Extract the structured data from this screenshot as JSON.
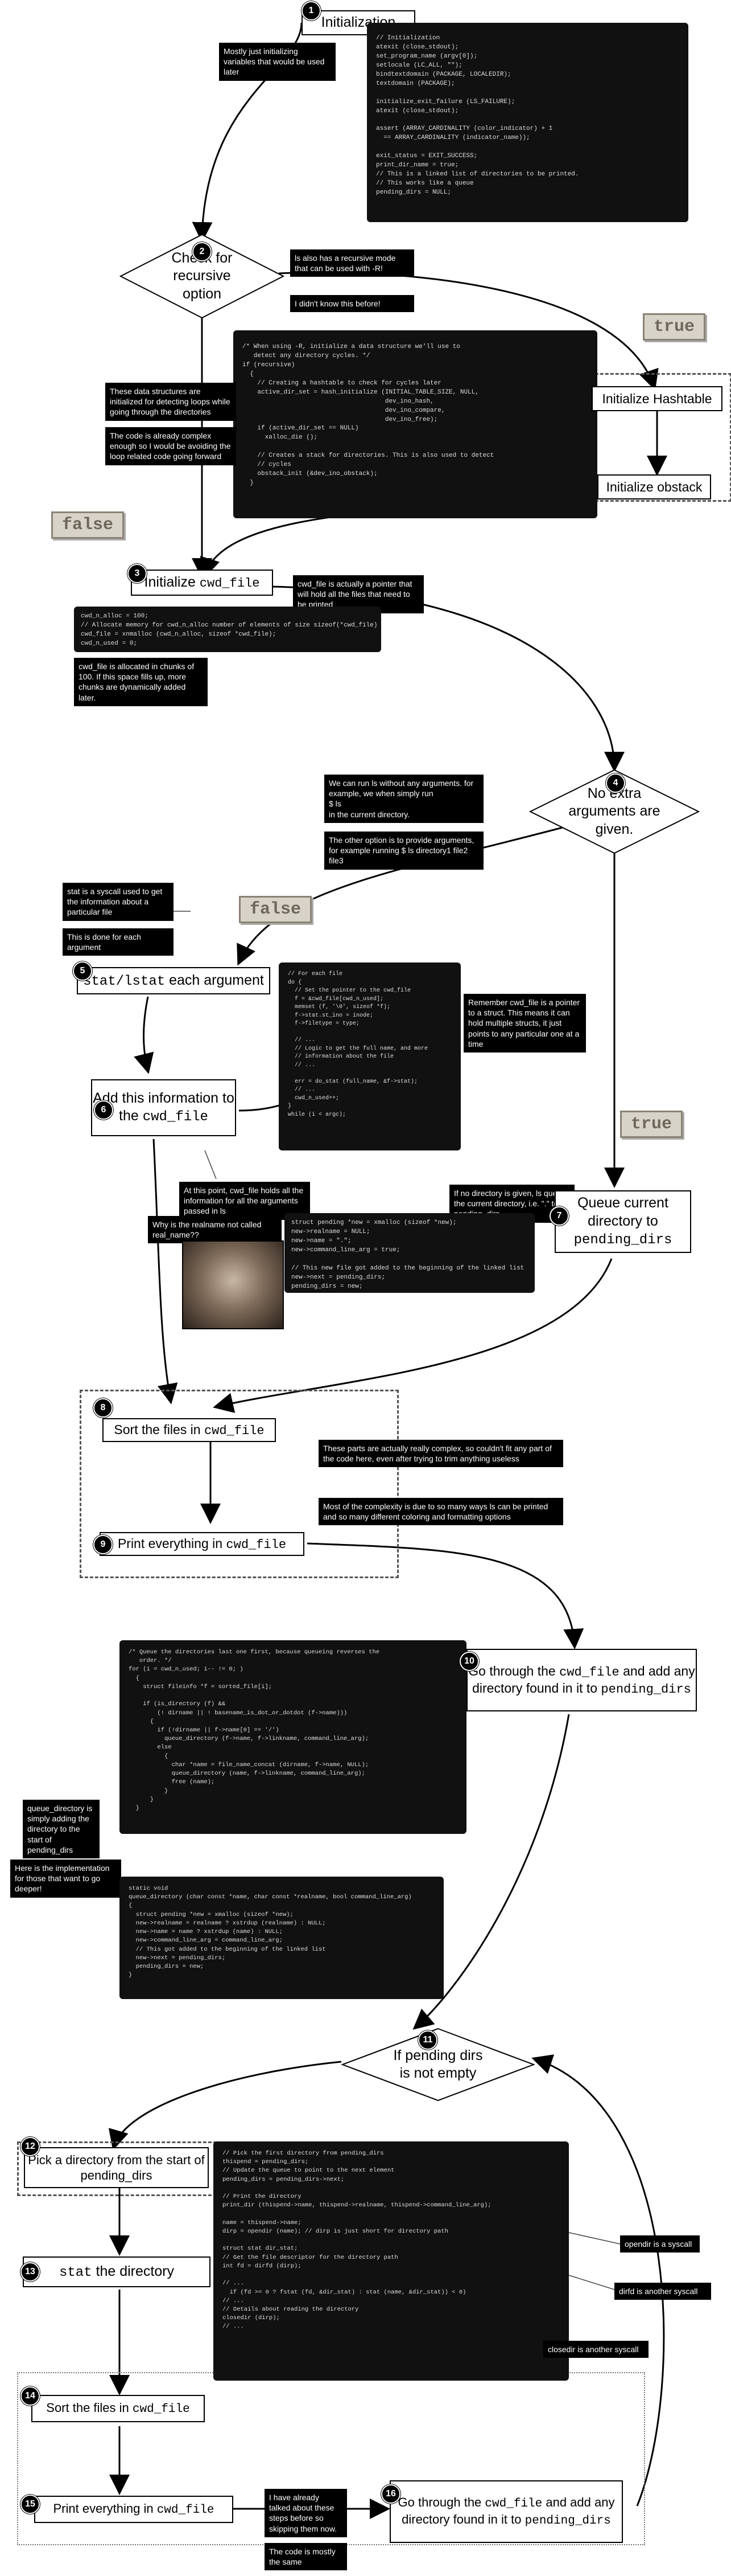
{
  "steps": {
    "s1": {
      "num": "1",
      "text": "Initialization"
    },
    "s2": {
      "num": "2",
      "text": "Check for recursive option"
    },
    "hashtable": "Initialize Hashtable",
    "obstack": "Initialize obstack",
    "s3": {
      "num": "3",
      "pre": "Initialize ",
      "code": "cwd_file"
    },
    "s4": {
      "num": "4",
      "text": "No extra arguments are given."
    },
    "s5": {
      "num": "5",
      "code": "stat/lstat",
      "post": " each argument"
    },
    "s6": {
      "num": "6",
      "pre": "Add this information to the ",
      "code": "cwd_file"
    },
    "s7": {
      "num": "7",
      "pre": "Queue current directory to ",
      "code": "pending_dirs"
    },
    "s8": {
      "num": "8",
      "pre": "Sort the files in ",
      "code": "cwd_file"
    },
    "s9": {
      "num": "9",
      "pre": "Print everything in ",
      "code": "cwd_file"
    },
    "s10": {
      "num": "10",
      "pre": "Go through the ",
      "code": "cwd_file",
      "mid": " and add any directory found in it to ",
      "code2": "pending_dirs"
    },
    "s11": {
      "num": "11",
      "text": "If pending dirs is not empty"
    },
    "s12": {
      "num": "12",
      "text": "Pick a directory from the start of pending_dirs"
    },
    "s13": {
      "num": "13",
      "code": "stat",
      "post": " the directory"
    },
    "s14": {
      "num": "14",
      "pre": "Sort the files in ",
      "code": "cwd_file"
    },
    "s15": {
      "num": "15",
      "pre": "Print everything in ",
      "code": "cwd_file"
    },
    "s16": {
      "num": "16",
      "pre": "Go through the ",
      "code": "cwd_file",
      "mid": " and add any directory found in it to ",
      "code2": "pending_dirs"
    }
  },
  "labels": {
    "true": "true",
    "false": "false"
  },
  "notes": {
    "n1": "Mostly just initializing variables that would be used later",
    "n2a": "ls also has a recursive mode that can be used with -R!",
    "n2b": "I didn't know this before!",
    "n3a": "These data structures are initialized for detecting loops while going through the directories",
    "n3b": "The code is already complex enough so I would be avoiding the loop related code going forward",
    "n4": "cwd_file is actually a pointer that will hold all the files that need to be printed",
    "n5": "cwd_file is allocated in chunks of 100. If this space fills up, more chunks are dynamically added later.",
    "n6a": "We can run ls without any arguments. for example, we when simply run\n$ ls\nin the current directory.",
    "n6b": "The other option is to provide arguments, for example running\n$ ls directory1 file2 file3",
    "n7a": "stat is a syscall used to get the information about a particular file",
    "n7b": "This is done for each argument",
    "n8": "Remember cwd_file is a pointer to a struct. This means it can hold multiple structs, it just points to any particular one at a time",
    "n9": "At this point, cwd_file holds all the information for all the arguments passed in ls",
    "n10": "If no directory is given, ls queues the current directory, i.e. \".\" to pending_dirs",
    "n11": "Why is the realname not called real_name??",
    "n12a": "These parts are actually really complex, so couldn't fit any part of the code here, even after trying to trim anything useless",
    "n12b": "Most of the complexity is due to so many ways ls can be printed and so many different coloring and formatting options",
    "n13a": "queue_directory is simply adding the directory to the start of pending_dirs",
    "n13b": "Here is the implementation for those that want to go deeper!",
    "n14a": "opendir is a syscall",
    "n14b": "dirfd is another syscall",
    "n14c": "closedir is another syscall",
    "n15a": "I have already talked about these steps before so skipping them now.",
    "n15b": "The code is mostly the same"
  },
  "code": {
    "c1": "// Initialization\natexit (close_stdout);\nset_program_name (argv[0]);\nsetlocale (LC_ALL, \"\");\nbindtextdomain (PACKAGE, LOCALEDIR);\ntextdomain (PACKAGE);\n\ninitialize_exit_failure (LS_FAILURE);\natexit (close_stdout);\n\nassert (ARRAY_CARDINALITY (color_indicator) + 1\n  == ARRAY_CARDINALITY (indicator_name));\n\nexit_status = EXIT_SUCCESS;\nprint_dir_name = true;\n// This is a linked list of directories to be printed.\n// This works like a queue\npending_dirs = NULL;",
    "c2": "/* When using -R, initialize a data structure we'll use to\n   detect any directory cycles. */\nif (recursive)\n  {\n    // Creating a hashtable to check for cycles later\n    active_dir_set = hash_initialize (INITIAL_TABLE_SIZE, NULL,\n                                      dev_ino_hash,\n                                      dev_ino_compare,\n                                      dev_ino_free);\n    if (active_dir_set == NULL)\n      xalloc_die ();\n\n    // Creates a stack for directories. This is also used to detect\n    // cycles\n    obstack_init (&dev_ino_obstack);\n  }",
    "c3": "cwd_n_alloc = 100;\n// Allocate memory for cwd_n_alloc number of elements of size sizeof(*cwd_file)\ncwd_file = xnmalloc (cwd_n_alloc, sizeof *cwd_file);\ncwd_n_used = 0;",
    "c4": "// For each file\ndo {\n  // Set the pointer to the cwd_file\n  f = &cwd_file[cwd_n_used];\n  memset (f, '\\0', sizeof *f);\n  f->stat.st_ino = inode;\n  f->filetype = type;\n\n  // ...\n  // Logic to get the full name, and more\n  // information about the file\n  // ...\n\n  err = do_stat (full_name, &f->stat);\n  // ...\n  cwd_n_used++;\n}\nwhile (i < argc);",
    "c5": "struct pending *new = xmalloc (sizeof *new);\nnew->realname = NULL;\nnew->name = \".\";\nnew->command_line_arg = true;\n\n// This new file got added to the beginning of the linked list\nnew->next = pending_dirs;\npending_dirs = new;",
    "c6": "/* Queue the directories last one first, because queueing reverses the\n   order. */\nfor (i = cwd_n_used; i-- != 0; )\n  {\n    struct fileinfo *f = sorted_file[i];\n\n    if (is_directory (f) &&\n        (! dirname || ! basename_is_dot_or_dotdot (f->name)))\n      {\n        if (!dirname || f->name[0] == '/')\n          queue_directory (f->name, f->linkname, command_line_arg);\n        else\n          {\n            char *name = file_name_concat (dirname, f->name, NULL);\n            queue_directory (name, f->linkname, command_line_arg);\n            free (name);\n          }\n      }\n  }",
    "c7": "static void\nqueue_directory (char const *name, char const *realname, bool command_line_arg)\n{\n  struct pending *new = xmalloc (sizeof *new);\n  new->realname = realname ? xstrdup (realname) : NULL;\n  new->name = name ? xstrdup (name) : NULL;\n  new->command_line_arg = command_line_arg;\n  // This got added to the beginning of the linked list\n  new->next = pending_dirs;\n  pending_dirs = new;\n}",
    "c8": "// Pick the first directory from pending_dirs\nthispend = pending_dirs;\n// Update the queue to point to the next element\npending_dirs = pending_dirs->next;\n\n// Print the directory\nprint_dir (thispend->name, thispend->realname, thispend->command_line_arg);\n\nname = thispend->name;\ndirp = opendir (name); // dirp is just short for directory path\n\nstruct stat dir_stat;\n// Get the file descriptor for the directory path\nint fd = dirfd (dirp);\n\n// ...\n  if (fd >= 0 ? fstat (fd, &dir_stat) : stat (name, &dir_stat)) < 0)\n// ...\n// Details about reading the directory\nclosedir (dirp);\n// ..."
  }
}
